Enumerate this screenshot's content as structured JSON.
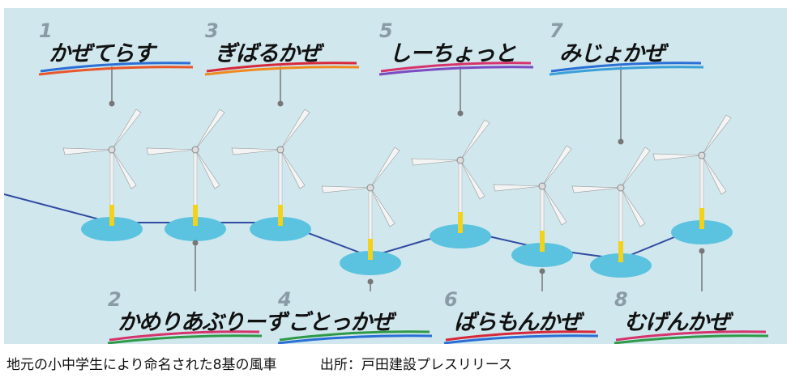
{
  "turbines": [
    {
      "number": "1",
      "name": "かぜてらす",
      "colors": [
        "#2a6fd6",
        "#e8562a"
      ]
    },
    {
      "number": "2",
      "name": "かめりあぶりーず",
      "colors": [
        "#d6336c",
        "#2e9a48"
      ]
    },
    {
      "number": "3",
      "name": "ぎばるかぜ",
      "colors": [
        "#d6283a",
        "#f08a1c"
      ]
    },
    {
      "number": "4",
      "name": "ごとっかぜ",
      "colors": [
        "#2e9a48",
        "#2a6fd6"
      ]
    },
    {
      "number": "5",
      "name": "しーちょっと",
      "colors": [
        "#d6336c",
        "#7a4bc2"
      ]
    },
    {
      "number": "6",
      "name": "ばらもんかぜ",
      "colors": [
        "#d6283a",
        "#2a6fd6"
      ]
    },
    {
      "number": "7",
      "name": "みじょかぜ",
      "colors": [
        "#2a6fd6",
        "#3aa0d8"
      ]
    },
    {
      "number": "8",
      "name": "むげんかぜ",
      "colors": [
        "#d6336c",
        "#2e9a48"
      ]
    }
  ],
  "caption": {
    "description": "地元の小中学生により命名された8基の風車",
    "source": "出所：戸田建設プレスリリース"
  }
}
